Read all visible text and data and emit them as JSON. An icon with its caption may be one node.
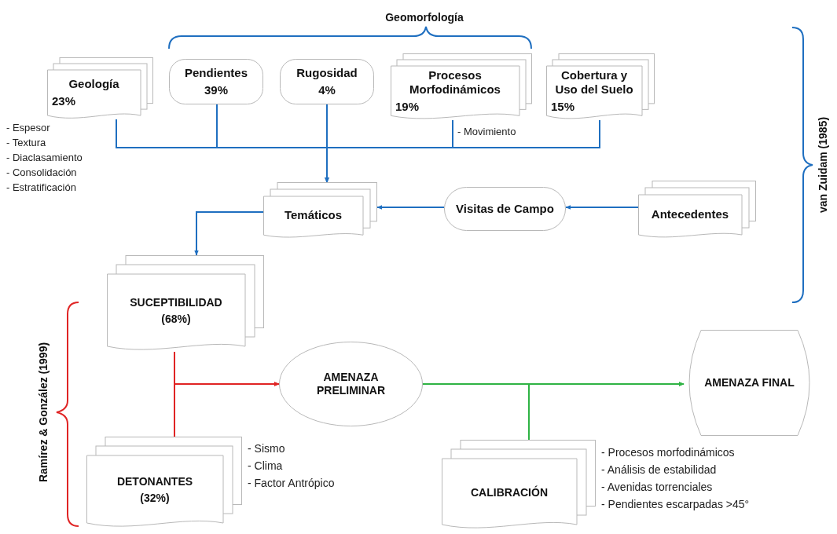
{
  "diagram": {
    "nodes": [
      {
        "text": [
          "Geología",
          "23%"
        ],
        "beside": [
          "- Espesor",
          "- Textura",
          "- Diaclasamiento",
          "- Consolidación",
          "- Estratificación"
        ]
      },
      {
        "text": [
          "Pendientes",
          "39%"
        ]
      },
      {
        "text": [
          "Rugosidad",
          "4%"
        ]
      },
      {
        "text": [
          "Procesos Morfodinámicos",
          "19%"
        ],
        "beside": [
          "- Movimiento"
        ]
      },
      {
        "text": [
          "Cobertura y Uso del Suelo",
          "15%"
        ]
      },
      {
        "text": [
          "Temáticos"
        ]
      },
      {
        "text": [
          "Visitas de Campo"
        ]
      },
      {
        "text": [
          "Antecedentes"
        ]
      },
      {
        "text": [
          "SUCEPTIBILIDAD",
          "(68%)"
        ]
      },
      {
        "text": [
          "DETONANTES",
          "(32%)"
        ],
        "beside": [
          "- Sismo",
          "- Clima",
          "- Factor Antrópico"
        ]
      },
      {
        "text": [
          "AMENAZA PRELIMINAR"
        ]
      },
      {
        "text": [
          "AMENAZA FINAL"
        ]
      },
      {
        "text": [
          "CALIBRACIÓN"
        ],
        "beside": [
          "- Procesos morfodinámicos",
          "- Análisis de estabilidad",
          "- Avenidas torrenciales",
          "- Pendientes escarpadas >45°"
        ]
      }
    ],
    "edges": [
      {
        "from": 0,
        "to": 5,
        "arrow": "to"
      },
      {
        "from": 1,
        "to": 5,
        "arrow": "to"
      },
      {
        "from": 2,
        "to": 5,
        "arrow": "to"
      },
      {
        "from": 3,
        "to": 5,
        "arrow": "to"
      },
      {
        "from": 4,
        "to": 5,
        "arrow": "to"
      },
      {
        "from": 7,
        "to": 6,
        "arrow": "to"
      },
      {
        "from": 6,
        "to": 5,
        "arrow": "to"
      },
      {
        "from": 5,
        "to": 8,
        "arrow": "to"
      },
      {
        "from": 8,
        "to": 10,
        "arrow": "to",
        "color": "#e02424"
      },
      {
        "from": 9,
        "to": 10,
        "arrow": "to",
        "color": "#e02424"
      },
      {
        "from": 10,
        "to": 11,
        "arrow": "to",
        "color": "#2fb344"
      },
      {
        "from": 12,
        "to": 11,
        "arrow": "to",
        "color": "#2fb344"
      }
    ],
    "labels": [
      "Geomorfología",
      "van Zuidam (1985)",
      "Ramírez & González (1999)"
    ]
  }
}
